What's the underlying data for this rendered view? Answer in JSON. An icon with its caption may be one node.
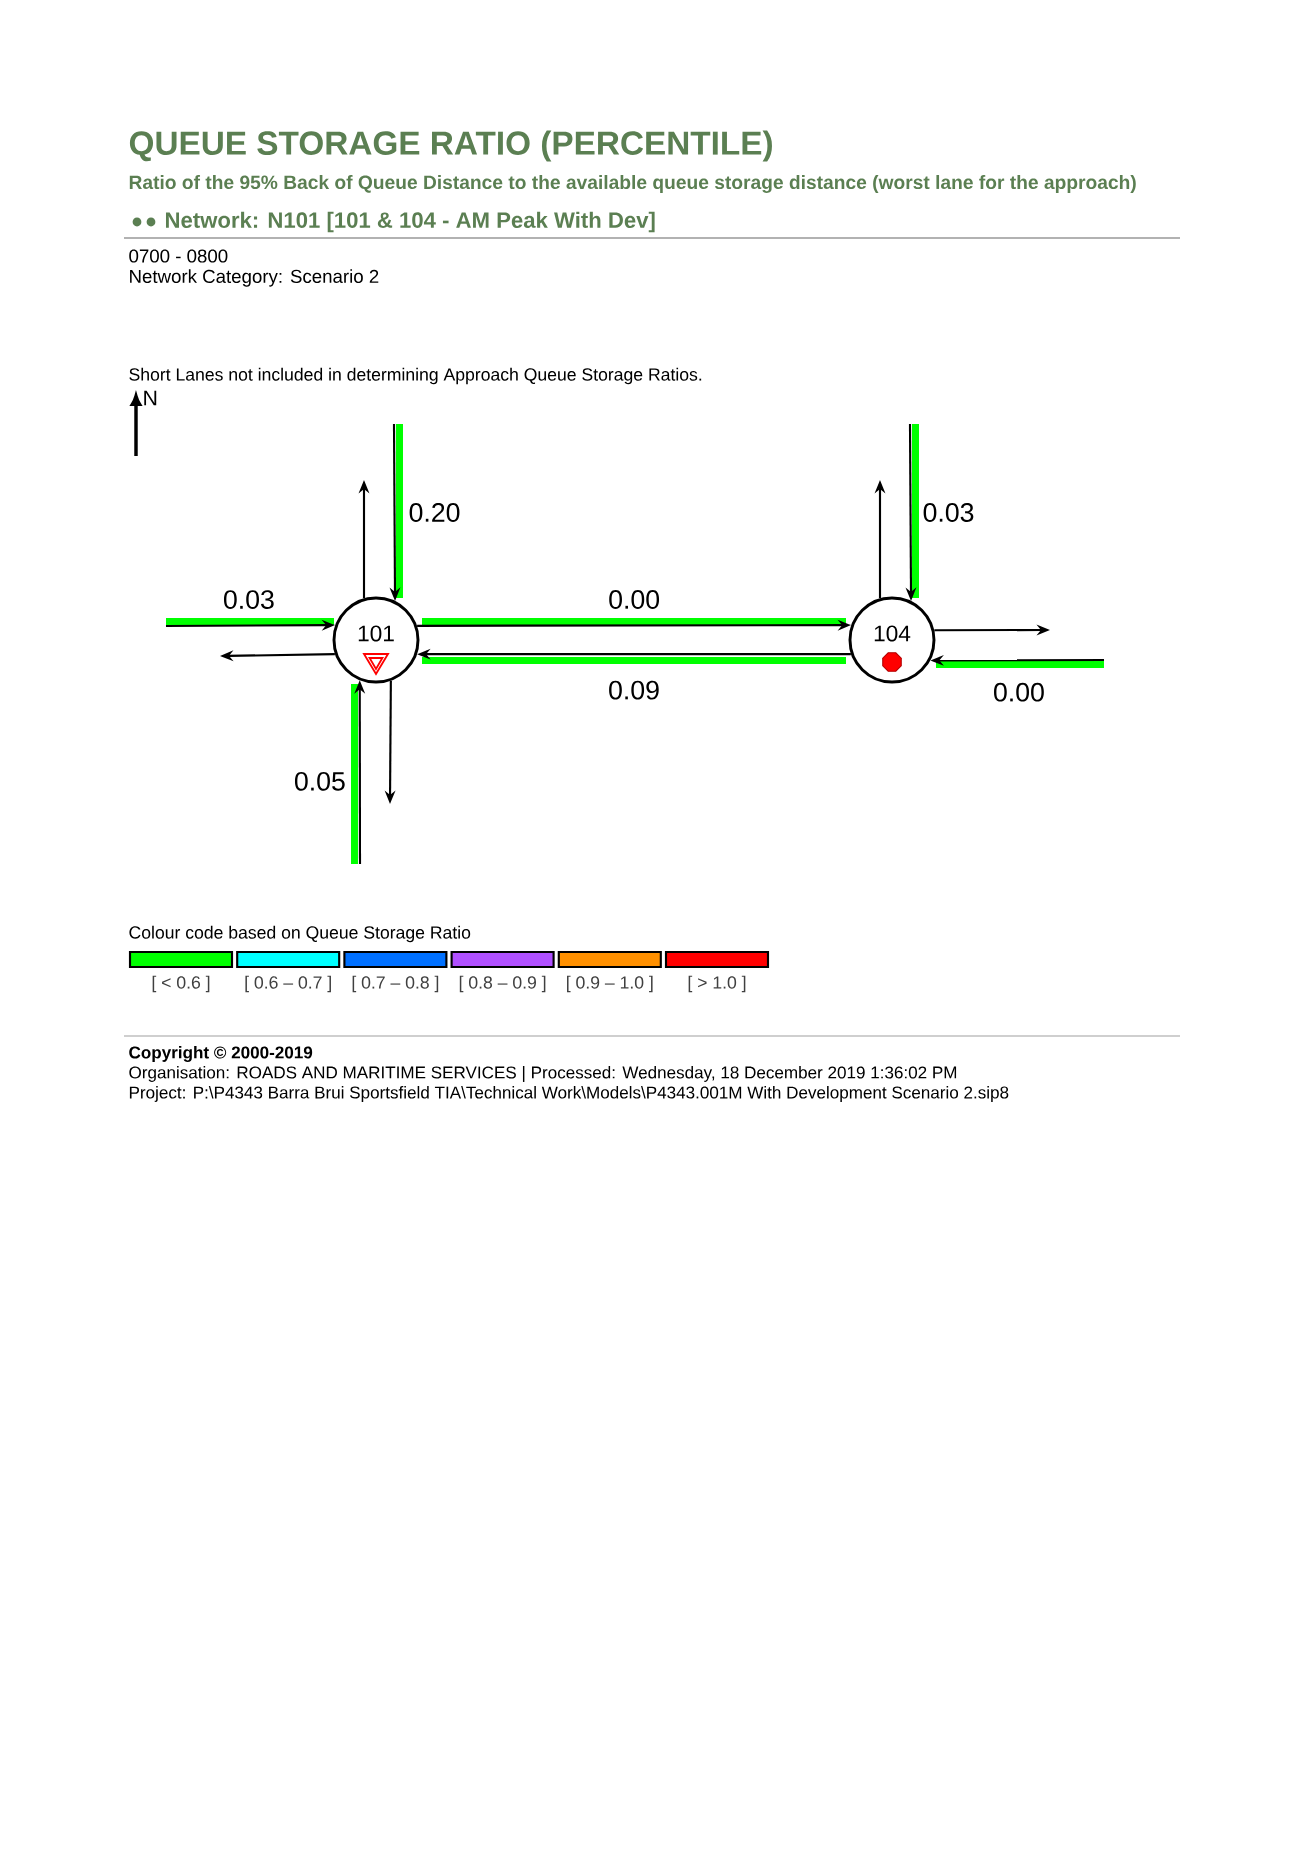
{
  "diagram": {
    "title": "QUEUE STORAGE RATIO (PERCENTILE)",
    "nodes": [
      {
        "text": [
          "101"
        ]
      },
      {
        "text": [
          "104"
        ]
      }
    ],
    "edges": [
      {
        "from": null,
        "to": 0,
        "arrow": "to",
        "label": "0.03"
      },
      {
        "from": 0,
        "to": null,
        "arrow": "to"
      },
      {
        "from": null,
        "to": 0,
        "arrow": "to",
        "label": "0.20"
      },
      {
        "from": 0,
        "to": null,
        "arrow": "to"
      },
      {
        "from": null,
        "to": 0,
        "arrow": "to",
        "label": "0.05"
      },
      {
        "from": 0,
        "to": null,
        "arrow": "to"
      },
      {
        "from": 0,
        "to": 1,
        "arrow": "to",
        "label": "0.00"
      },
      {
        "from": 1,
        "to": 0,
        "arrow": "to",
        "label": "0.09"
      },
      {
        "from": null,
        "to": 1,
        "arrow": "to",
        "label": "0.03"
      },
      {
        "from": 1,
        "to": null,
        "arrow": "to"
      },
      {
        "from": 1,
        "to": null,
        "arrow": "to"
      },
      {
        "from": null,
        "to": 1,
        "arrow": "to",
        "label": "0.00"
      }
    ],
    "labels": [
      "Ratio of the 95% Back of Queue Distance to the available queue storage distance (worst lane for the approach)",
      "Network: N101  [101 & 104 - AM Peak With Dev]",
      "0700 - 0800",
      "Network Category: Scenario 2",
      "Short Lanes not included in determining Approach Queue Storage Ratios.",
      "N",
      "Colour code based on Queue Storage Ratio",
      "Copyright © 2000-2019",
      "Organisation: ROADS AND MARITIME SERVICES  |  Processed: Wednesday, 18 December 2019 1:36:02 PM",
      "Project:  P:\\P4343 Barra Brui Sportsfield TIA\\Technical Work\\Models\\P4343.001M With Development Scenario 2.sip8"
    ],
    "legend": [
      {
        "text": "[ < 0.6 ]",
        "color": "#00ff00"
      },
      {
        "text": "[ 0.6 – 0.7 ]",
        "color": "#00ffff"
      },
      {
        "text": "[ 0.7 – 0.8 ]",
        "color": "#0070ff"
      },
      {
        "text": "[ 0.8 – 0.9 ]",
        "color": "#b050ff"
      },
      {
        "text": "[ 0.9 – 1.0 ]",
        "color": "#ff9000"
      },
      {
        "text": "[ > 1.0 ]",
        "color": "#ff0000"
      }
    ]
  }
}
